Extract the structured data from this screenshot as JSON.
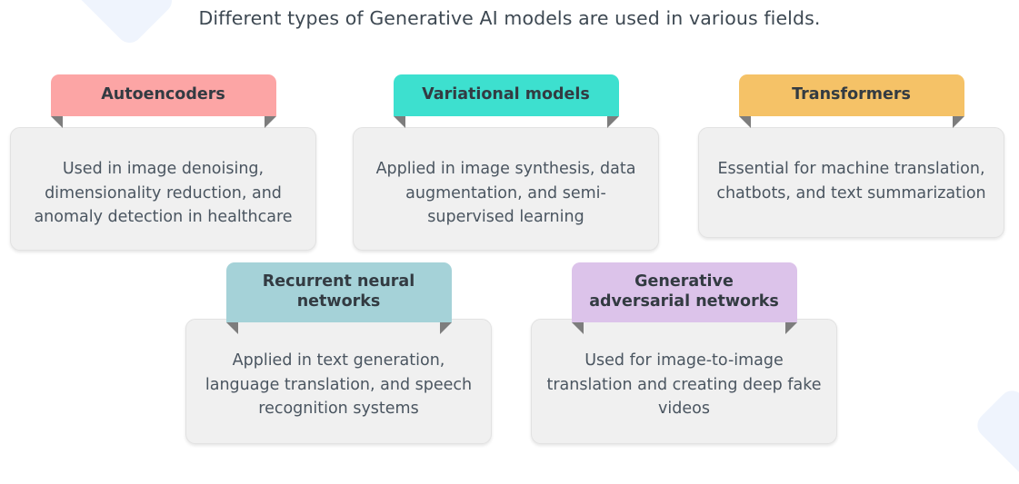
{
  "page": {
    "title": "Different types of Generative AI models are used in various fields.",
    "background_color": "#ffffff",
    "decoration_color": "#eff4fd",
    "body_color": "#f0f0f0",
    "notch_color": "#7d7d7d",
    "title_color": "#3d4852",
    "body_text_color": "#4a5560"
  },
  "cards": [
    {
      "header": "Autoencoders",
      "body": "Used in image denoising, dimensionality reduction, and anomaly detection in healthcare",
      "color": "#fca5a5"
    },
    {
      "header": "Variational models",
      "body": "Applied in image synthesis, data augmentation, and semi-supervised learning",
      "color": "#3de0cf"
    },
    {
      "header": "Transformers",
      "body": "Essential for machine translation, chatbots, and text summarization",
      "color": "#f5c267"
    },
    {
      "header": "Recurrent neural networks",
      "body": "Applied in text generation, language translation, and speech recognition systems",
      "color": "#a5d2d8"
    },
    {
      "header": "Generative adversarial networks",
      "body": "Used for image-to-image translation and creating deep fake videos",
      "color": "#dcc3ea"
    }
  ]
}
